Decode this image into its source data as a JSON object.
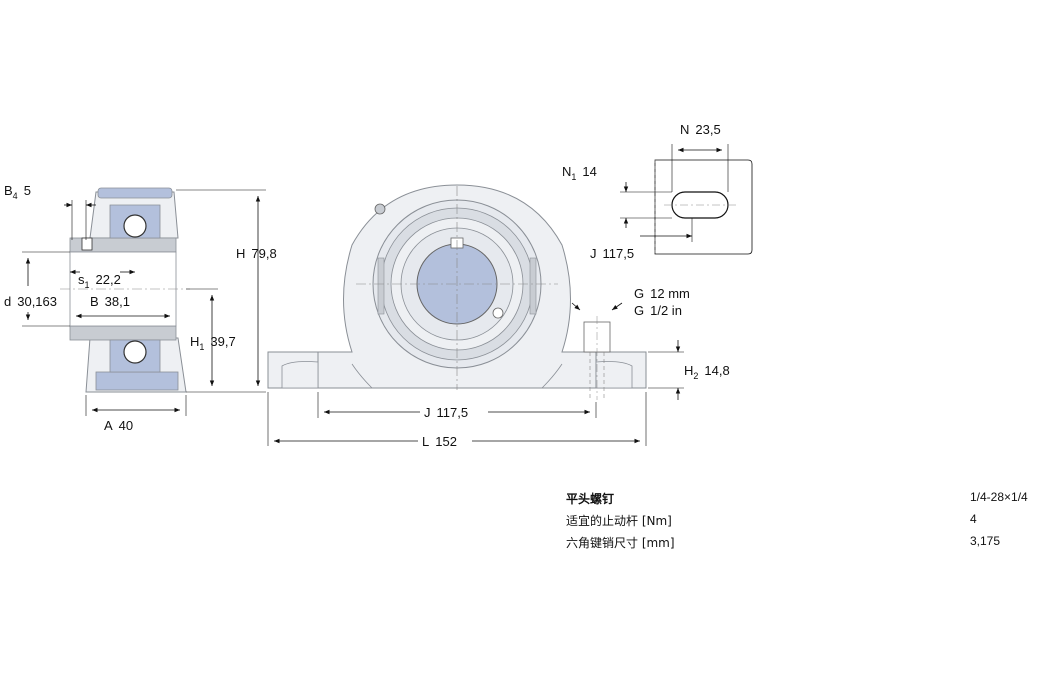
{
  "dimensions": {
    "B4": {
      "sym": "B",
      "sub": "4",
      "value": "5"
    },
    "s1": {
      "sym": "s",
      "sub": "1",
      "value": "22,2"
    },
    "d": {
      "sym": "d",
      "value": "30,163"
    },
    "B": {
      "sym": "B",
      "value": "38,1"
    },
    "A": {
      "sym": "A",
      "value": "40"
    },
    "H": {
      "sym": "H",
      "value": "79,8"
    },
    "H1": {
      "sym": "H",
      "sub": "1",
      "value": "39,7"
    },
    "N": {
      "sym": "N",
      "value": "23,5"
    },
    "N1": {
      "sym": "N",
      "sub": "1",
      "value": "14"
    },
    "J_detail": {
      "sym": "J",
      "value": "117,5"
    },
    "G_mm": {
      "sym": "G",
      "value": "12 mm"
    },
    "G_in": {
      "sym": "G",
      "value": "1/2 in"
    },
    "H2": {
      "sym": "H",
      "sub": "2",
      "value": "14,8"
    },
    "J": {
      "sym": "J",
      "value": "117,5"
    },
    "L": {
      "sym": "L",
      "value": "152"
    }
  },
  "specs": [
    {
      "label": "平头螺钉",
      "value": "1/4-28×1/4"
    },
    {
      "label": "适宜的止动杆 [Nm]",
      "value": "4"
    },
    {
      "label": "六角键销尺寸 [mm]",
      "value": "3,175"
    }
  ],
  "colors": {
    "line": "#111111",
    "housing": "#eef0f3",
    "housing_edge": "#8a8f96",
    "bearing_blue": "#b3c0dc",
    "ring_gray": "#c8ccd2"
  }
}
